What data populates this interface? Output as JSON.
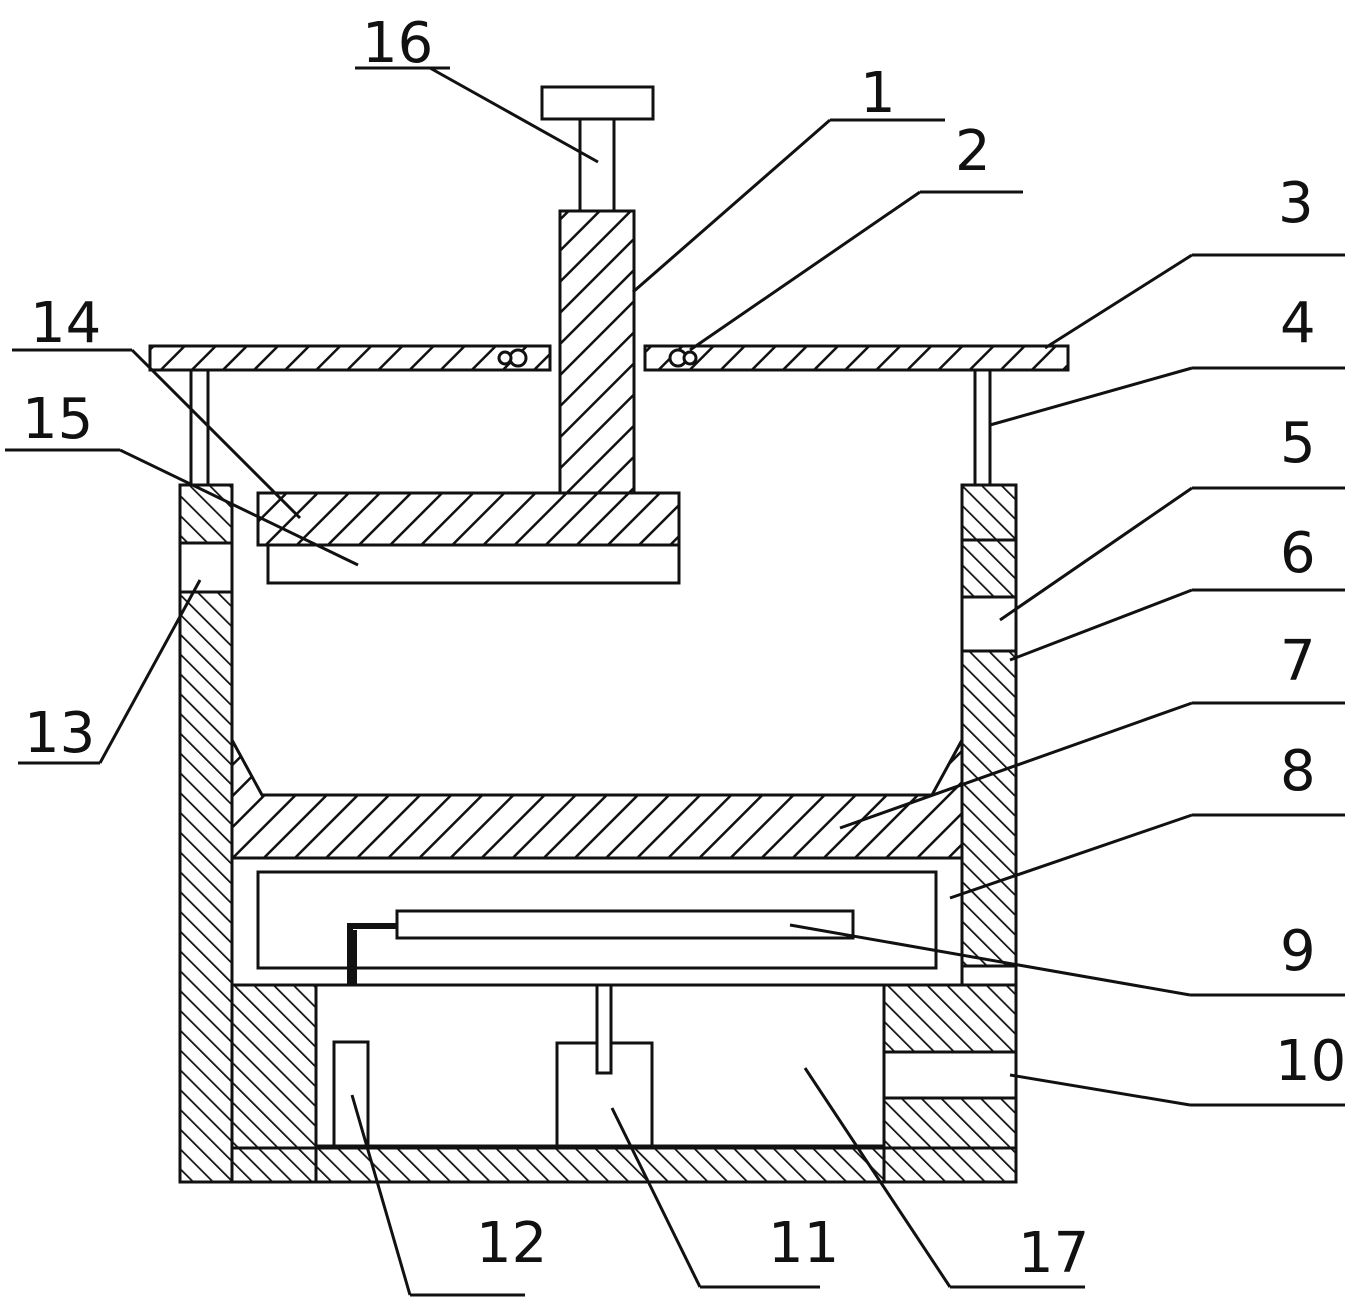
{
  "labels": {
    "n1": "1",
    "n2": "2",
    "n3": "3",
    "n4": "4",
    "n5": "5",
    "n6": "6",
    "n7": "7",
    "n8": "8",
    "n9": "9",
    "n10": "10",
    "n11": "11",
    "n12": "12",
    "n13": "13",
    "n14": "14",
    "n15": "15",
    "n16": "16",
    "n17": "17"
  },
  "colors": {
    "line": "#111111",
    "background": "#ffffff"
  }
}
